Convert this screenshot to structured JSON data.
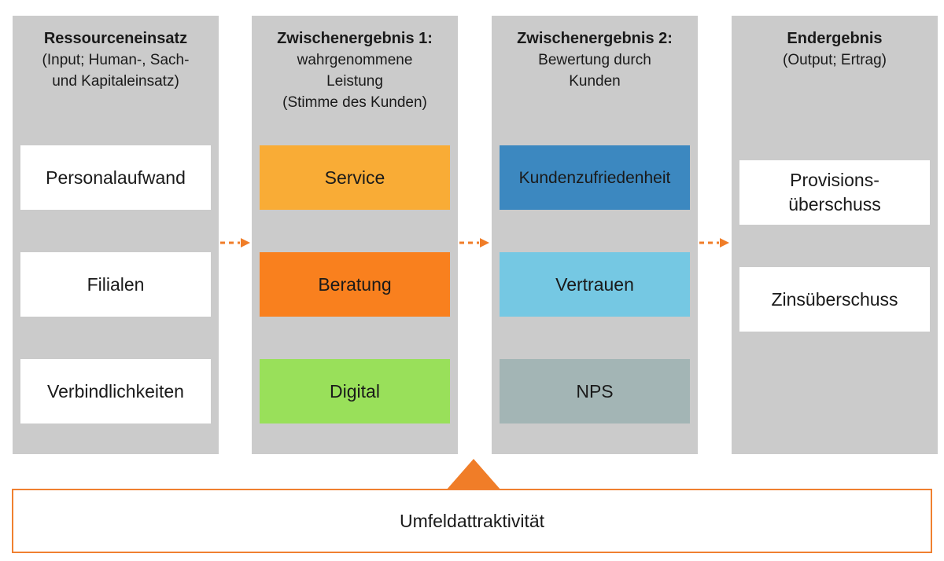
{
  "columns": [
    {
      "title": "Ressourceneinsatz",
      "subtitle": "(Input; Human-, Sach-\nund Kapitaleinsatz)",
      "items": [
        "Personalaufwand",
        "Filialen",
        "Verbindlichkeiten"
      ]
    },
    {
      "title": "Zwischenergebnis 1:",
      "subtitle": "wahrgenommene\nLeistung\n(Stimme des Kunden)",
      "items": [
        "Service",
        "Beratung",
        "Digital"
      ]
    },
    {
      "title": "Zwischenergebnis 2:",
      "subtitle": "Bewertung durch\nKunden",
      "items": [
        "Kundenzufriedenheit",
        "Vertrauen",
        "NPS"
      ]
    },
    {
      "title": "Endergebnis",
      "subtitle": "(Output; Ertrag)",
      "items": [
        "Provisions-\nüberschuss",
        "Zinsüberschuss"
      ]
    }
  ],
  "bottom_label": "Umfeldattraktivität",
  "colors": {
    "column_bg": "#cbcbcb",
    "accent": "#f07d28",
    "service": "#f9ac36",
    "beratung": "#f9801e",
    "digital": "#99e05a",
    "kundenzufriedenheit": "#3c88c0",
    "vertrauen": "#75c8e3",
    "nps": "#a3b5b5"
  }
}
